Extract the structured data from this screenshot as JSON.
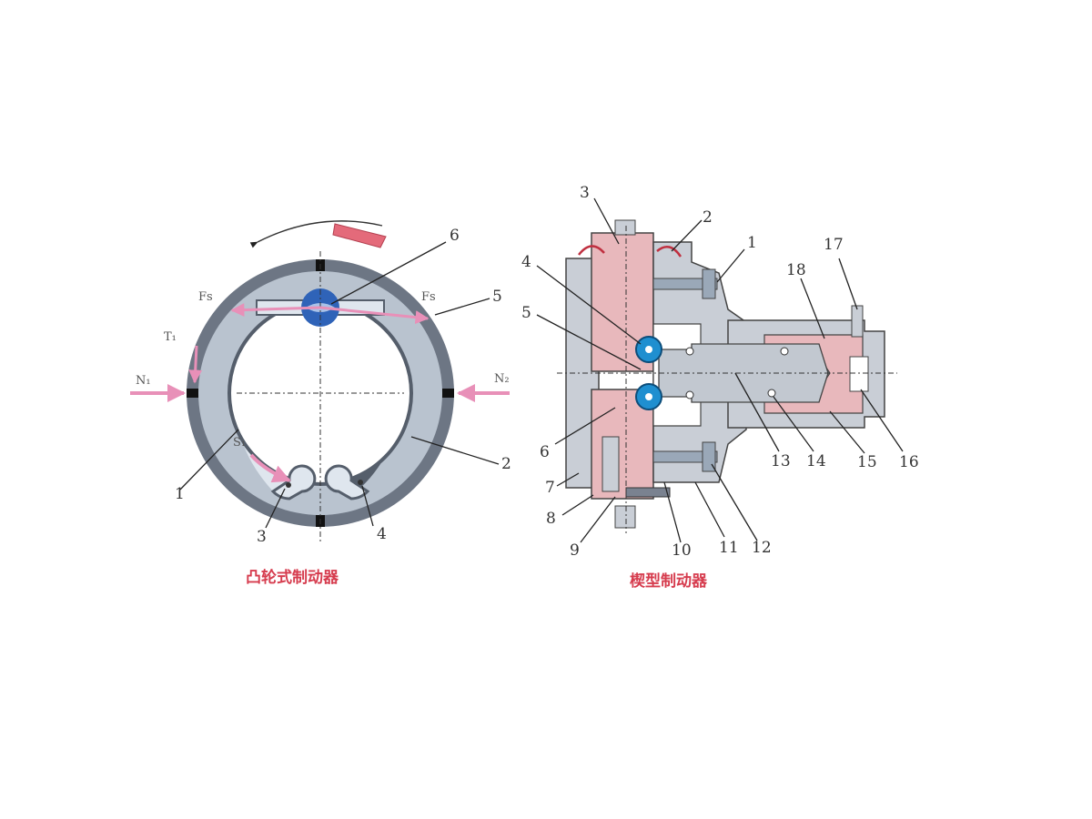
{
  "cam_brake": {
    "caption": "凸轮式制动器",
    "force_labels": {
      "fs_left": "Fs",
      "fs_right": "Fs",
      "t1": "T₁",
      "n1": "N₁",
      "n2": "N₂",
      "s1": "S₁"
    },
    "part_numbers": [
      "1",
      "2",
      "3",
      "4",
      "5",
      "6"
    ]
  },
  "wedge_brake": {
    "caption": "楔型制动器",
    "part_numbers": [
      "1",
      "2",
      "3",
      "4",
      "5",
      "6",
      "7",
      "8",
      "9",
      "10",
      "11",
      "12",
      "13",
      "14",
      "15",
      "16",
      "17",
      "18"
    ]
  },
  "colors": {
    "housing_pink": "#e8b8bc",
    "housing_gray": "#c9ced6",
    "drum_gray": "#6d7684",
    "shoe_light": "#dfe6ee",
    "roller_blue": "#1f8fd0",
    "force_arrow": "#e890b8",
    "caption_red": "#d63c4e"
  }
}
